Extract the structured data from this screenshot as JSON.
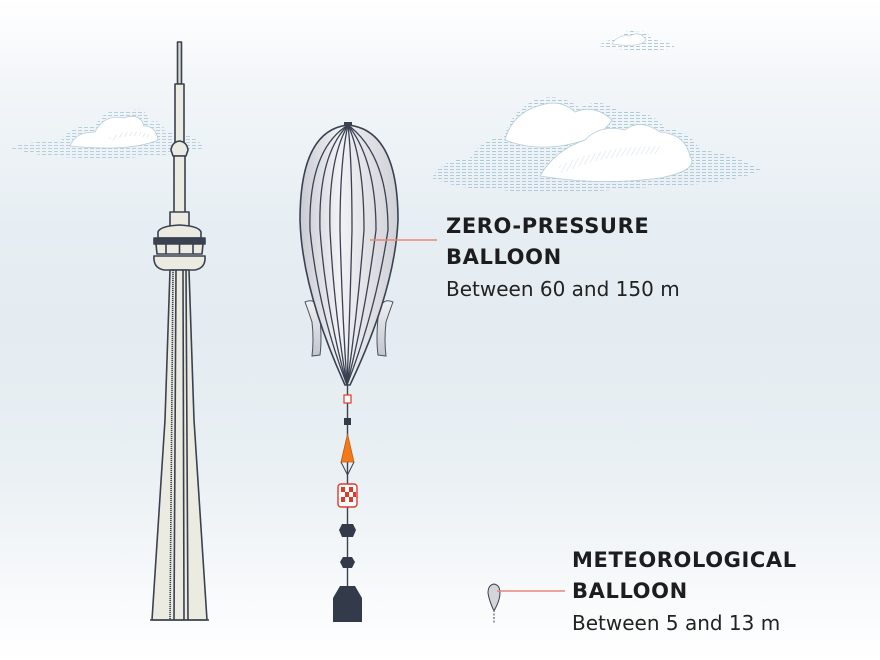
{
  "figure": {
    "type": "size comparison illustration",
    "objects": [
      {
        "name": "CN Tower",
        "role": "reference structure"
      },
      {
        "name": "Zero-pressure balloon",
        "role": "compared object"
      },
      {
        "name": "Meteorological balloon",
        "role": "compared object"
      }
    ]
  },
  "labels": {
    "zero_pressure": {
      "title_line1": "ZERO-PRESSURE",
      "title_line2": "BALLOON",
      "range": "Between 60 and 150 m"
    },
    "meteorological": {
      "title_line1": "METEOROLOGICAL",
      "title_line2": "BALLOON",
      "range": "Between 5 and 13 m"
    }
  },
  "colors": {
    "leader_line": "#e8877a",
    "outline": "#3a4150",
    "balloon_fill": "#e4e5ea",
    "tower_fill": "#ecebe1",
    "payload_dark": "#333b4a",
    "payload_orange": "#f07a1c",
    "payload_red": "#e0392b",
    "cloud_hatch": "#a9c6d6",
    "text": "#1d1d1f"
  }
}
